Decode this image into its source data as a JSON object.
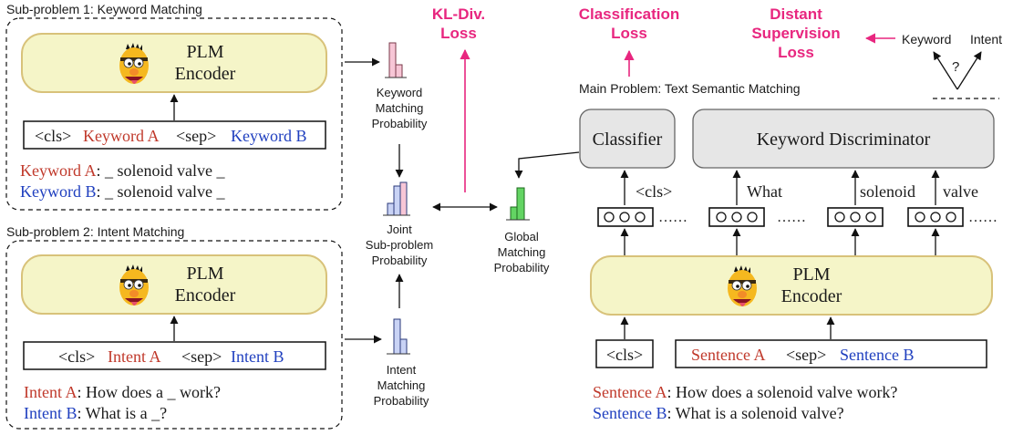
{
  "colors": {
    "encoder_fill": "#f5f5c8",
    "encoder_stroke": "#d8c27a",
    "gray_box": "#e6e6e6",
    "pink": "#e8267f",
    "red_text": "#c0392b",
    "blue_text": "#1f3fbf",
    "pink_bar": "#f7c6d6",
    "blue_bar": "#c9d3f5",
    "green_bar": "#63d463"
  },
  "panel1": {
    "title": "Sub-problem 1: Keyword Matching",
    "encoder": {
      "line1": "PLM",
      "line2": "Encoder"
    },
    "input": {
      "cls": "<cls>",
      "a": "Keyword A",
      "sep": "<sep>",
      "b": "Keyword B"
    },
    "ex_a": {
      "label": "Keyword A",
      "text": ": _ solenoid valve _"
    },
    "ex_b": {
      "label": "Keyword B",
      "text": ": _ solenoid valve _"
    }
  },
  "panel2": {
    "title": "Sub-problem 2: Intent Matching",
    "encoder": {
      "line1": "PLM",
      "line2": "Encoder"
    },
    "input": {
      "cls": "<cls>",
      "a": "Intent A",
      "sep": "<sep>",
      "b": "Intent B"
    },
    "ex_a": {
      "label": "Intent A",
      "text": ": How does a _ work?"
    },
    "ex_b": {
      "label": "Intent B",
      "text": ": What is a _?"
    }
  },
  "middle": {
    "keyword_prob": [
      "Keyword",
      "Matching",
      "Probability"
    ],
    "joint_prob": [
      "Joint",
      "Sub-problem",
      "Probability"
    ],
    "intent_prob": [
      "Intent",
      "Matching",
      "Probability"
    ],
    "global_prob": [
      "Global",
      "Matching",
      "Probability"
    ]
  },
  "losses": {
    "kl": [
      "KL-Div.",
      "Loss"
    ],
    "classification": [
      "Classification",
      "Loss"
    ],
    "distant": [
      "Distant",
      "Supervision",
      "Loss"
    ]
  },
  "ds": {
    "keyword": "Keyword",
    "intent": "Intent",
    "question": "?"
  },
  "main": {
    "title": "Main Problem: Text Semantic Matching",
    "classifier": "Classifier",
    "discriminator": "Keyword Discriminator",
    "tokens": [
      "<cls>",
      "What",
      "solenoid",
      "valve"
    ],
    "ellipsis": "……",
    "cls_box": "<cls>",
    "encoder": {
      "line1": "PLM",
      "line2": "Encoder"
    },
    "input": {
      "a": "Sentence A",
      "sep": "<sep>",
      "b": "Sentence B"
    },
    "ex_a": {
      "label": "Sentence A",
      "text": ": How does a solenoid valve work?"
    },
    "ex_b": {
      "label": "Sentence B",
      "text": ": What is a solenoid valve?"
    }
  }
}
